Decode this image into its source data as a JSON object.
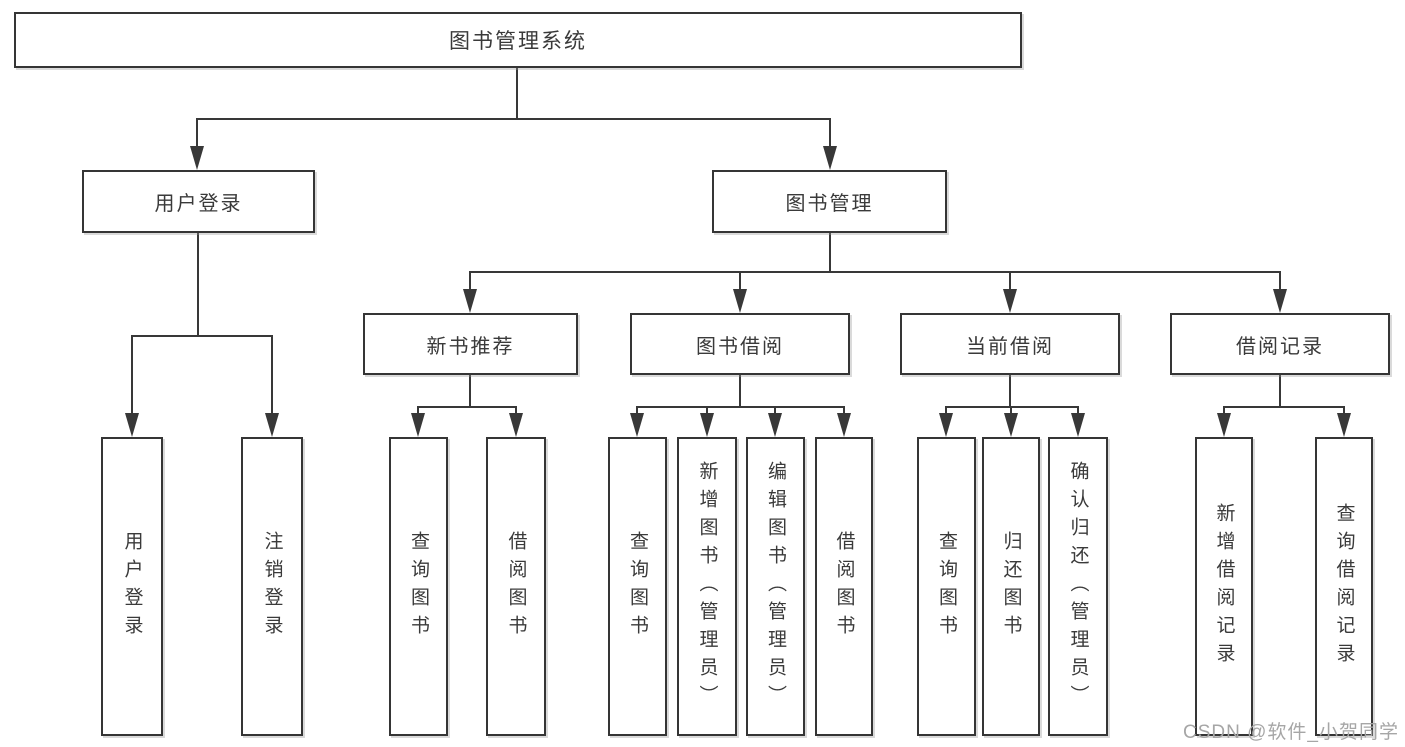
{
  "diagram": {
    "root": "图书管理系统",
    "children": [
      {
        "label": "用户登录",
        "children": [
          {
            "label": "用户登录"
          },
          {
            "label": "注销登录"
          }
        ]
      },
      {
        "label": "图书管理",
        "children": [
          {
            "label": "新书推荐",
            "children": [
              {
                "label": "查询图书"
              },
              {
                "label": "借阅图书"
              }
            ]
          },
          {
            "label": "图书借阅",
            "children": [
              {
                "label": "查询图书"
              },
              {
                "label": "新增图书（管理员）"
              },
              {
                "label": "编辑图书（管理员）"
              },
              {
                "label": "借阅图书"
              }
            ]
          },
          {
            "label": "当前借阅",
            "children": [
              {
                "label": "查询图书"
              },
              {
                "label": "归还图书"
              },
              {
                "label": "确认归还（管理员）"
              }
            ]
          },
          {
            "label": "借阅记录",
            "children": [
              {
                "label": "新增借阅记录"
              },
              {
                "label": "查询借阅记录"
              }
            ]
          }
        ]
      }
    ]
  },
  "watermark": "CSDN @软件_小贺同学",
  "colors": {
    "line": "#383838",
    "text": "#3a3a3a",
    "watermark": "#a6a6a6",
    "background": "#ffffff"
  }
}
